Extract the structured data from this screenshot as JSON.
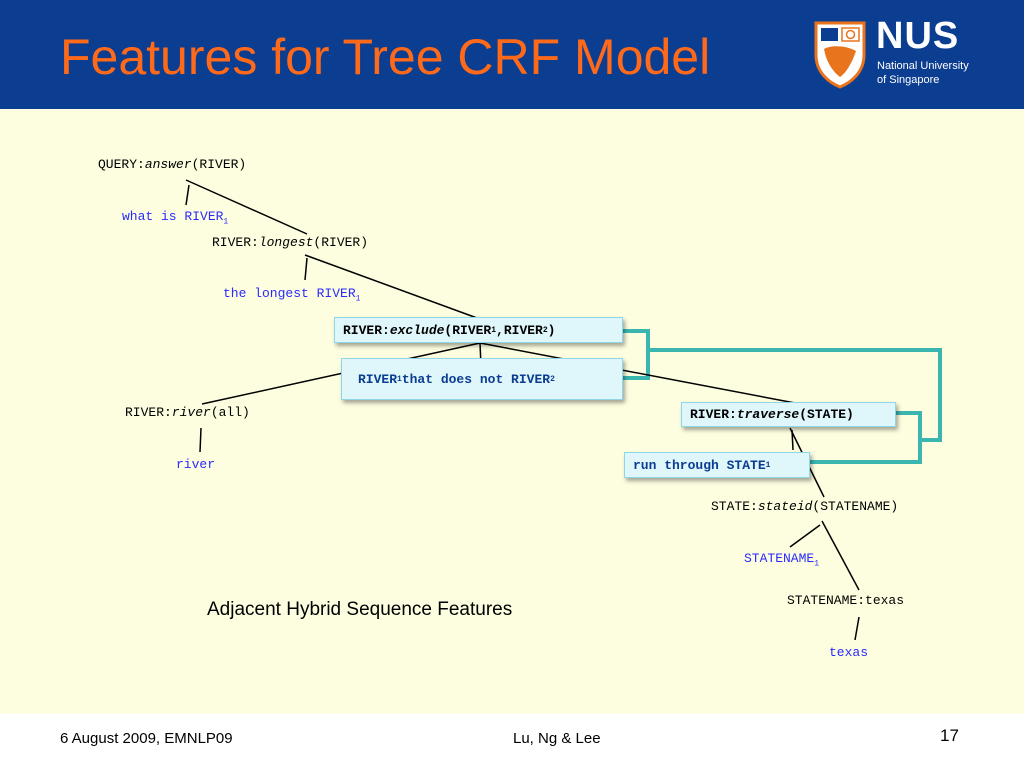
{
  "slide": {
    "title": "Features for Tree CRF Model",
    "caption": "Adjacent Hybrid Sequence Features",
    "page_number": "17"
  },
  "logo": {
    "name": "NUS",
    "line1": "National University",
    "line2": "of Singapore"
  },
  "footer": {
    "left": "6 August 2009, EMNLP09",
    "center": "Lu, Ng & Lee"
  },
  "tree": {
    "query_prefix": "QUERY:",
    "query_func": "answer",
    "query_arg": "(RIVER)",
    "what_is": "what is RIVER",
    "what_is_sub": "1",
    "longest_prefix": "RIVER:",
    "longest_func": "longest",
    "longest_arg": "(RIVER)",
    "the_longest": "the longest RIVER",
    "the_longest_sub": "1",
    "exclude_prefix": "RIVER:",
    "exclude_func": "exclude",
    "exclude_arg_a": "(RIVER",
    "exclude_arg_a_sub": "1",
    "exclude_arg_b": ",RIVER",
    "exclude_arg_b_sub": "2",
    "exclude_arg_c": ")",
    "that_does_a": "RIVER",
    "that_does_a_sub": "1",
    "that_does_b": " that does not RIVER",
    "that_does_b_sub": "2",
    "river_prefix": "RIVER:",
    "river_func": "river",
    "river_arg": "(all)",
    "river_word": "river",
    "traverse_prefix": "RIVER:",
    "traverse_func": "traverse",
    "traverse_arg": "(STATE)",
    "run_through": "run through STATE",
    "run_through_sub": "1",
    "stateid_prefix": "STATE:",
    "stateid_func": "stateid",
    "stateid_arg": "(STATENAME)",
    "statename_word": "STATENAME",
    "statename_word_sub": "1",
    "statename_texas": "STATENAME:texas",
    "texas": "texas"
  },
  "colors": {
    "header_bg": "#0b3d91",
    "title": "#ff6a1a",
    "content_bg": "#fdfde0",
    "nl_text": "#2a2aff",
    "box_fill": "#dff6fb",
    "bracket": "#3ab5b0"
  }
}
